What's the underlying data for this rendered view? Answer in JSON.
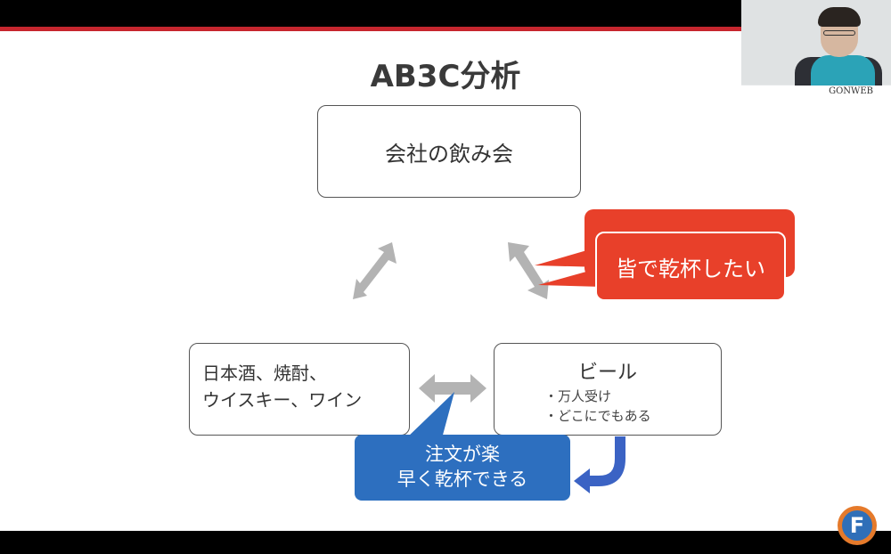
{
  "slide": {
    "title": "AB3C分析",
    "top_box": "会社の飲み会",
    "left_box": {
      "line1": "日本酒、焼酎、",
      "line2": "ウイスキー、ワイン"
    },
    "right_box": {
      "heading": "ビール",
      "bullets": [
        "万人受け",
        "どこにでもある"
      ]
    },
    "callout_red": "皆で乾杯したい",
    "callout_blue": {
      "line1": "注文が楽",
      "line2": "早く乾杯できる"
    }
  },
  "webcam": {
    "brand": "GONWEB"
  },
  "logo": {
    "letter": "F"
  },
  "colors": {
    "accent_red": "#c6262e",
    "callout_red": "#e8402a",
    "callout_blue": "#2d6fbf",
    "arrow_gray": "#b3b3b3"
  }
}
